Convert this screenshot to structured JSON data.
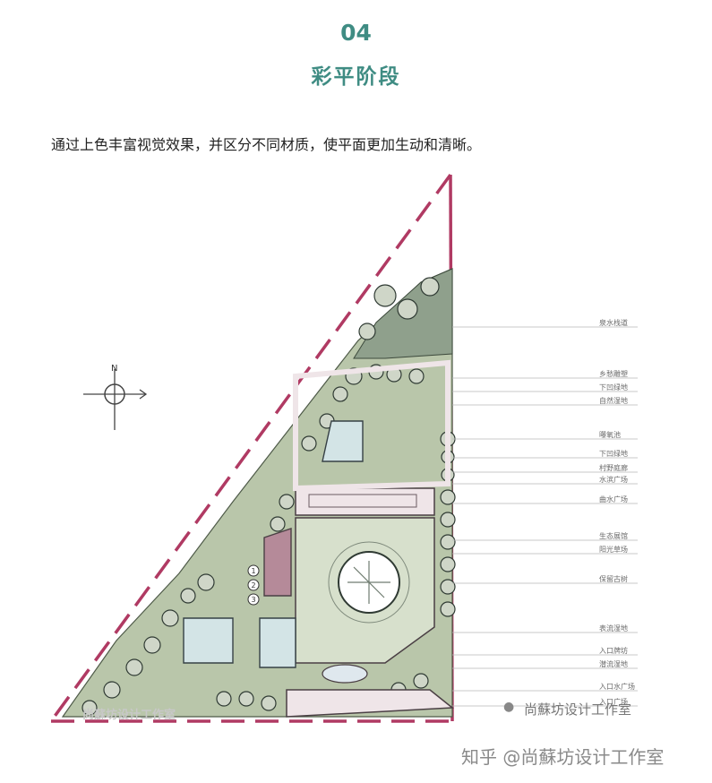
{
  "header": {
    "number": "04",
    "title": "彩平阶段"
  },
  "intro_text": "通过上色丰富视觉效果，并区分不同材质，使平面更加生动和清晰。",
  "plan": {
    "compass_letter": "N",
    "labels": [
      "泉水栈道",
      "乡愁雕塑",
      "下凹绿地",
      "自然湿地",
      "曝氧池",
      "下凹绿地",
      "村野庭廊",
      "水滨广场",
      "曲水广场",
      "生态展馆",
      "阳光草场",
      "保留古树",
      "表流湿地",
      "入口牌坊",
      "潜流湿地",
      "入口水广场",
      "入口广场"
    ],
    "markers": [
      "1",
      "2",
      "3"
    ]
  },
  "watermarks": {
    "studio_logo": "尚蘇坊设计工作室",
    "wechat": "尚蘇坊设计工作室",
    "zhihu": "知乎 @尚蘇坊设计工作室"
  },
  "colors": {
    "accent": "#3f8c83",
    "boundary": "#b03a63"
  }
}
